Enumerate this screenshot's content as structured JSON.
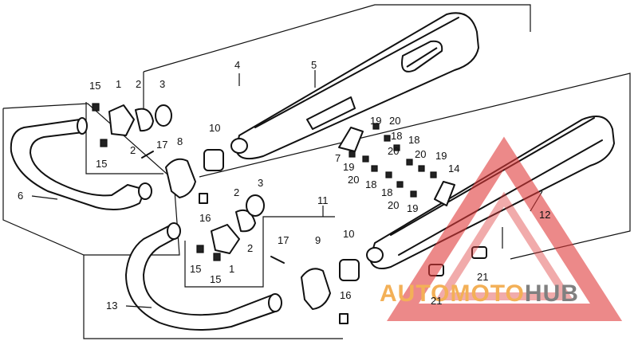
{
  "watermark": {
    "brand_orange": "AUTOMOTO",
    "brand_grey": "HUB",
    "triangle_color": "#e03b3b",
    "orange_color": "#f2a33a",
    "grey_color": "#6b6b6b"
  },
  "callouts": [
    "1",
    "2",
    "3",
    "4",
    "5",
    "6",
    "7",
    "8",
    "9",
    "10",
    "11",
    "12",
    "13",
    "14",
    "15",
    "16",
    "17",
    "18",
    "19",
    "20",
    "21"
  ]
}
